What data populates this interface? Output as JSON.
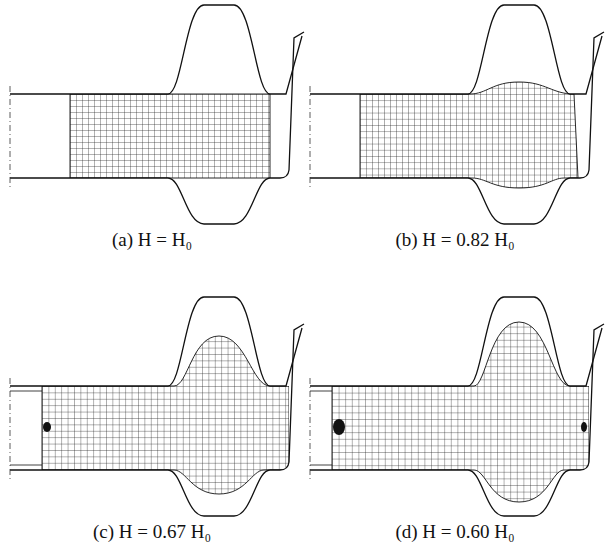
{
  "diagram": {
    "labels": [
      "(a) H = H₀",
      "(b) H = 0.82 H₀",
      "(c) H = 0.67 H₀",
      "(d) H = 0.60 H₀"
    ]
  }
}
